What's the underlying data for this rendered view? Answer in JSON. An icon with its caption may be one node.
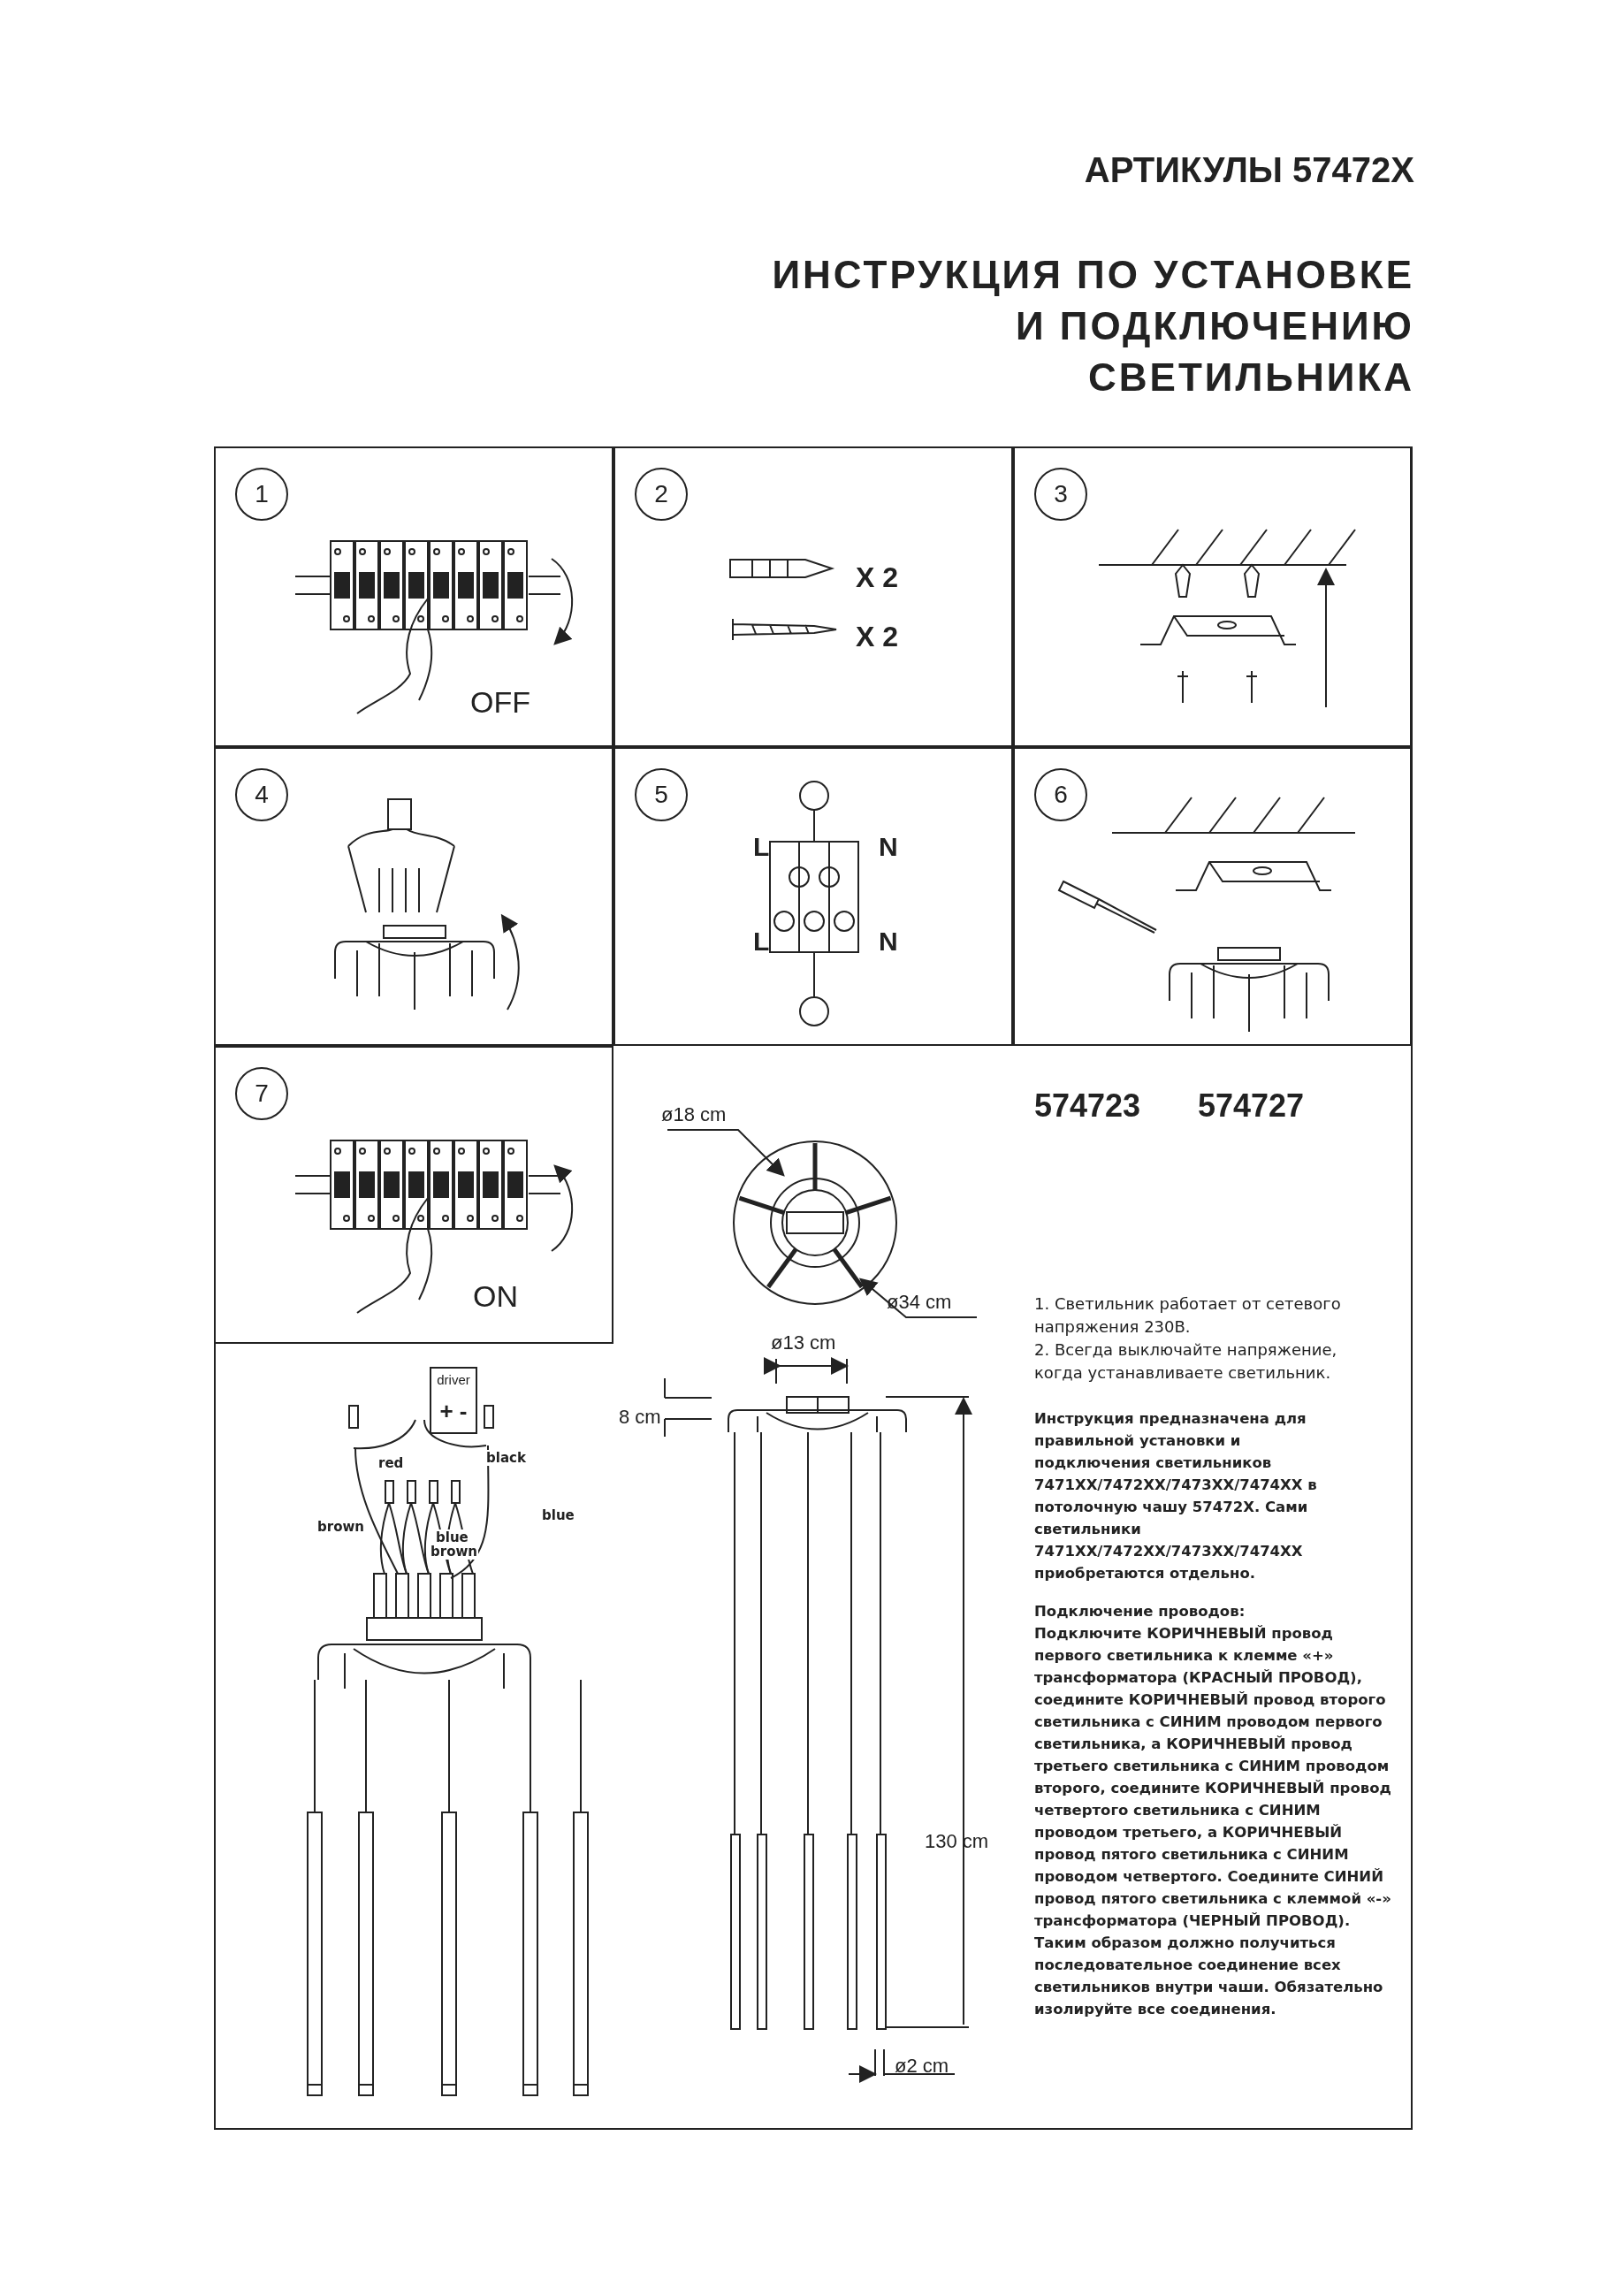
{
  "diagram": {
    "title": "ИНСТРУКЦИЯ ПО УСТАНОВКЕ И ПОДКЛЮЧЕНИЮ СВЕТИЛЬНИКА",
    "nodes": [
      {
        "text": [
          "1",
          "OFF"
        ]
      },
      {
        "text": [
          "2",
          "X 2",
          "X 2"
        ]
      },
      {
        "text": [
          "3"
        ]
      },
      {
        "text": [
          "4"
        ]
      },
      {
        "text": [
          "5",
          "L",
          "N",
          "L",
          "N"
        ]
      },
      {
        "text": [
          "6"
        ]
      },
      {
        "text": [
          "7",
          "ON"
        ]
      },
      {
        "text": [
          "driver",
          "+ -"
        ]
      }
    ],
    "labels": [
      "АРТИКУЛЫ 57472X",
      "574723",
      "574727",
      "ø18 cm",
      "ø34 cm",
      "ø13 cm",
      "8 cm",
      "130 cm",
      "ø2 cm",
      "red",
      "black",
      "brown",
      "blue",
      "blue",
      "brown",
      "1. Светильник работает от сетевого напряжения 230В.",
      "2. Всегда выключайте напряжение, когда устанавливаете светильник.",
      "Инструкция предназначена для правильной установки и подключения светильников 7471XX/7472XX/7473XX/7474XX в потолочную чашу 57472X. Сами светильники 7471XX/7472XX/7473XX/7474XX приобретаются отдельно.",
      "Подключение проводов:",
      "Подключите КОРИЧНЕВЫЙ провод первого светильника к клемме «+» трансформатора (КРАСНЫЙ ПРОВОД), соедините КОРИЧНЕВЫЙ провод второго светильника с СИНИМ проводом первого светильника, а КОРИЧНЕВЫЙ провод третьего светильника с СИНИМ проводом второго, соедините КОРИЧНЕВЫЙ провод четвертого светильника с СИНИМ проводом третьего, а КОРИЧНЕВЫЙ провод пятого светильника с СИНИМ проводом четвертого. Соедините СИНИЙ провод пятого светильника с клеммой «-» трансформатора (ЧЕРНЫЙ ПРОВОД). Таким образом должно получиться последовательное соединение всех светильников внутри чаши. Обязательно изолируйте все соединения."
    ]
  }
}
